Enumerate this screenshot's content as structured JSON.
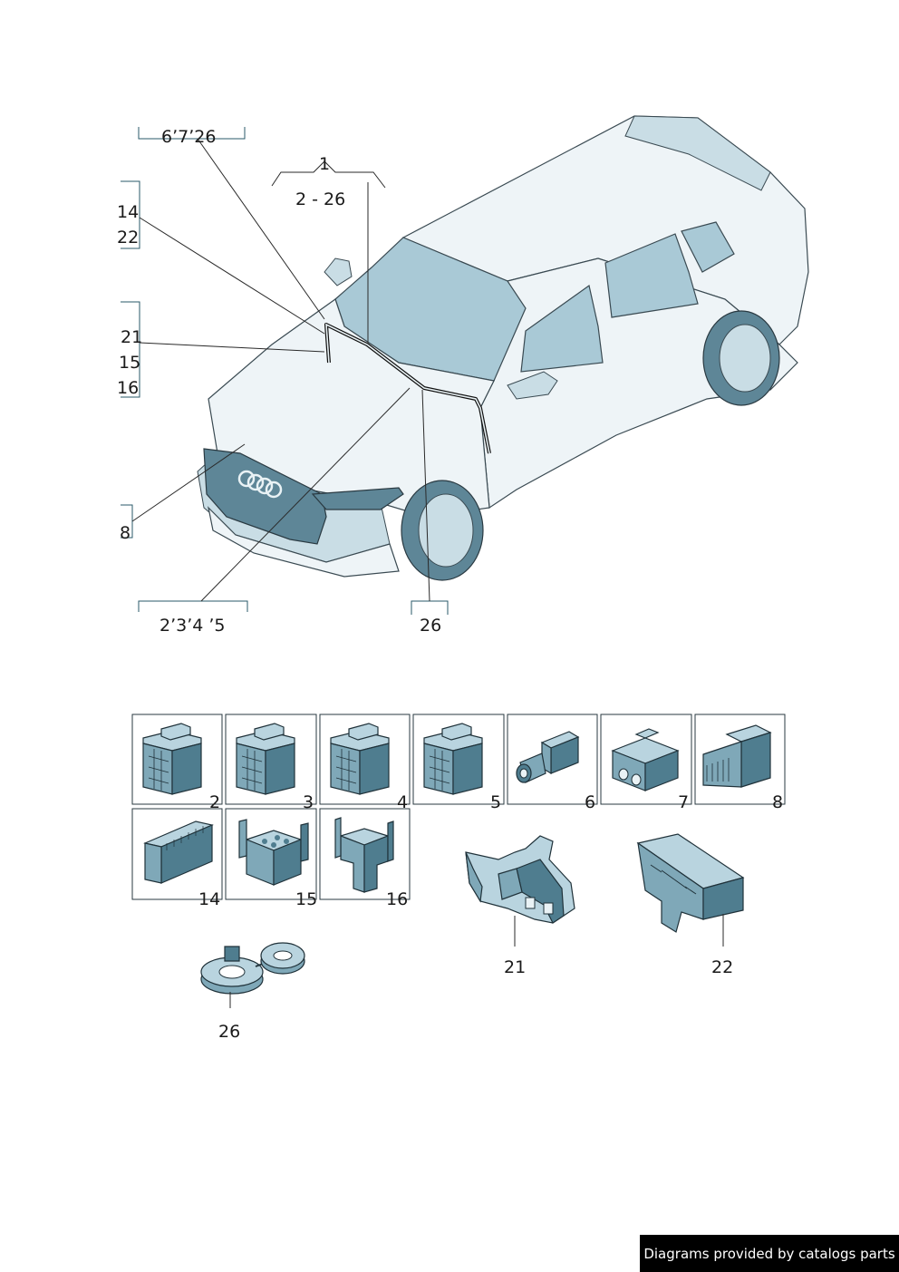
{
  "callouts": {
    "top_left_group": "6ʼ7ʼ26",
    "top_center_group": "1",
    "top_center_range": "2 - 26",
    "left_group_a": [
      "14",
      "22"
    ],
    "left_group_b": [
      "21",
      "15",
      "16"
    ],
    "left_group_c": "8",
    "bottom_left_group": "2ʼ3ʼ4 ʼ5",
    "bottom_right_group": "26"
  },
  "parts_tiles": [
    {
      "number": "2",
      "kind": "multi-pin-connector"
    },
    {
      "number": "3",
      "kind": "multi-pin-connector"
    },
    {
      "number": "4",
      "kind": "multi-pin-connector"
    },
    {
      "number": "5",
      "kind": "multi-pin-connector"
    },
    {
      "number": "6",
      "kind": "round-plug-connector"
    },
    {
      "number": "7",
      "kind": "two-pin-connector"
    },
    {
      "number": "8",
      "kind": "flat-connector"
    },
    {
      "number": "14",
      "kind": "wedge-connector"
    },
    {
      "number": "15",
      "kind": "relay-socket"
    },
    {
      "number": "16",
      "kind": "relay-socket-tall"
    }
  ],
  "loose_parts": [
    {
      "number": "21",
      "kind": "bracket-holder"
    },
    {
      "number": "22",
      "kind": "box-housing"
    },
    {
      "number": "26",
      "kind": "ring-holder"
    }
  ],
  "colors": {
    "part_light": "#b9d4df",
    "part_mid": "#7fa8b8",
    "part_dark": "#4f7d8f",
    "credit_bg": "#000000",
    "credit_fg": "#ffffff"
  },
  "credit": "Diagrams provided by catalogs parts"
}
